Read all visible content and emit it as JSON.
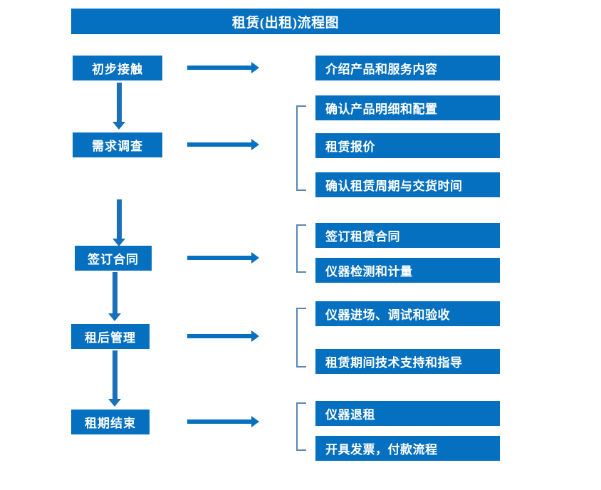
{
  "diagram": {
    "title": "租赁(出租)流程图",
    "colors": {
      "box_blue": "#0570c0",
      "arrow_blue": "#1a70b8",
      "bracket_blue": "#5b87b5",
      "text_white": "#ffffff",
      "background": "#ffffff"
    },
    "stages": [
      {
        "label": "初步接触"
      },
      {
        "label": "需求调查"
      },
      {
        "label": "签订合同"
      },
      {
        "label": "租后管理"
      },
      {
        "label": "租期结束"
      }
    ],
    "details": [
      {
        "label": "介绍产品和服务内容"
      },
      {
        "label": "确认产品明细和配置"
      },
      {
        "label": "租赁报价"
      },
      {
        "label": "确认租赁周期与交货时间"
      },
      {
        "label": "签订租赁合同"
      },
      {
        "label": "仪器检测和计量"
      },
      {
        "label": "仪器进场、调试和验收"
      },
      {
        "label": "租赁期间技术支持和指导"
      },
      {
        "label": "仪器退租"
      },
      {
        "label": "开具发票，付款流程"
      }
    ],
    "groups": [
      {
        "name": "demand-survey-group",
        "member_count": 3
      },
      {
        "name": "contract-group",
        "member_count": 2
      },
      {
        "name": "post-rental-group",
        "member_count": 2
      },
      {
        "name": "lease-end-group",
        "member_count": 2
      }
    ],
    "flow_arrows": {
      "down_count": 4,
      "right_count": 5
    }
  }
}
